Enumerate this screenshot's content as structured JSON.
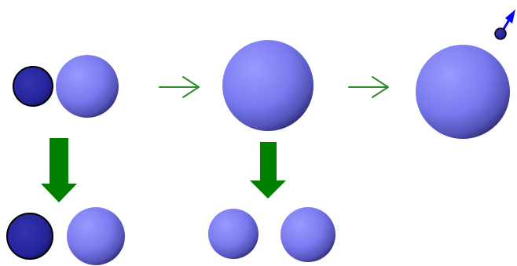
{
  "diagram": {
    "panels": [
      {
        "name": "two-particles-colliding"
      },
      {
        "name": "merged-particle"
      },
      {
        "name": "particle-after-emission"
      }
    ],
    "colors": {
      "light_sphere": "#8080ff",
      "light_sphere_shadow": "#2a2a6e",
      "dark_sphere": "#2a2a9a",
      "dark_sphere_shadow": "#0c0c3c",
      "outline": "#000000",
      "transition_arrow": "#2e8b2e",
      "down_arrow": "#008000",
      "emission_arrow": "#0000ff"
    },
    "icons": {
      "transition": "open-right-arrow",
      "decay": "thick-down-arrow",
      "emission": "diagonal-arrow-up-right"
    }
  }
}
